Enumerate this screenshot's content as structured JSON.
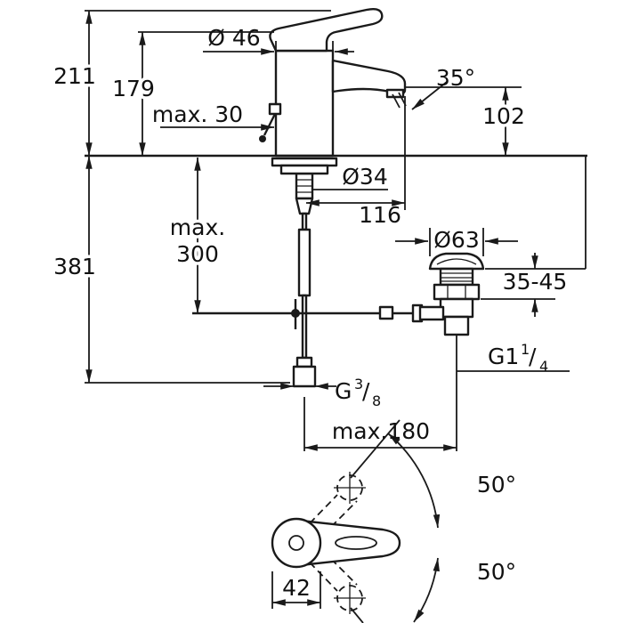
{
  "drawing": {
    "colors": {
      "line": "#1a1a1a",
      "background": "#ffffff"
    },
    "labels": {
      "height_total": "211",
      "height_body": "179",
      "dia_lever": "Ø 46",
      "max_deck_thickness": "max. 30",
      "spout_angle": "35°",
      "spout_height": "102",
      "dia_hole": "Ø34",
      "spout_projection": "116",
      "max_hose_line1": "max.",
      "max_hose_line2": "300",
      "height_below": "381",
      "dia_waste_flange": "Ø63",
      "waste_deck_range": "35-45",
      "waste_thread_base": "G1",
      "waste_thread_num": "1",
      "waste_thread_slash": "/",
      "waste_thread_den": "4",
      "supply_thread_base": "G",
      "supply_thread_num": "3",
      "supply_thread_slash": "/",
      "supply_thread_den": "8",
      "max_offset": "max.180",
      "swivel_up": "50°",
      "swivel_down": "50°",
      "cap_width": "42"
    }
  }
}
